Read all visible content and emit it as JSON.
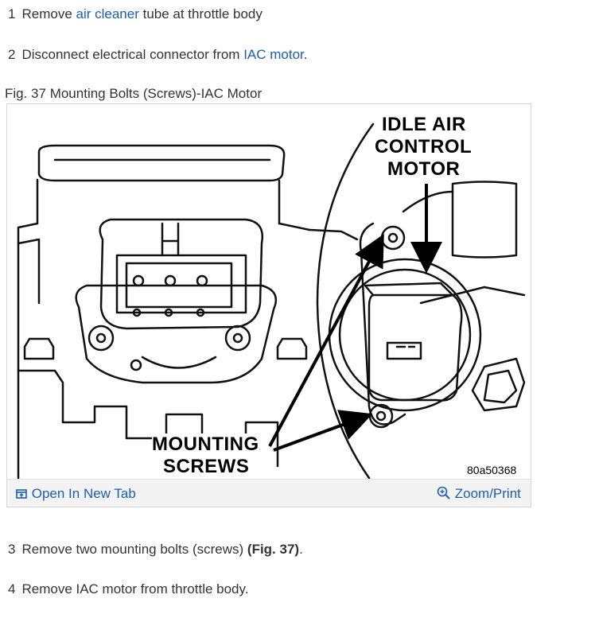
{
  "steps": [
    {
      "num": "1",
      "pre": "Remove ",
      "link": "air cleaner",
      "post": " tube at throttle body"
    },
    {
      "num": "2",
      "pre": "Disconnect electrical connector from ",
      "link": "IAC motor",
      "post": "."
    },
    {
      "num": "3",
      "pre": "Remove two mounting bolts (screws) ",
      "bold": "(Fig. 37)",
      "post": "."
    },
    {
      "num": "4",
      "text": "Remove IAC motor from throttle body."
    }
  ],
  "figure": {
    "caption": "Fig. 37 Mounting Bolts (Screws)-IAC Motor",
    "label_iac_1": "IDLE AIR",
    "label_iac_2": "CONTROL",
    "label_iac_3": "MOTOR",
    "label_mount_1": "MOUNTING",
    "label_mount_2": "SCREWS",
    "code": "80a50368",
    "open_new_tab": "Open In New Tab",
    "zoom_print": "Zoom/Print"
  },
  "colors": {
    "link": "#1a5fb4",
    "text": "#333333"
  }
}
